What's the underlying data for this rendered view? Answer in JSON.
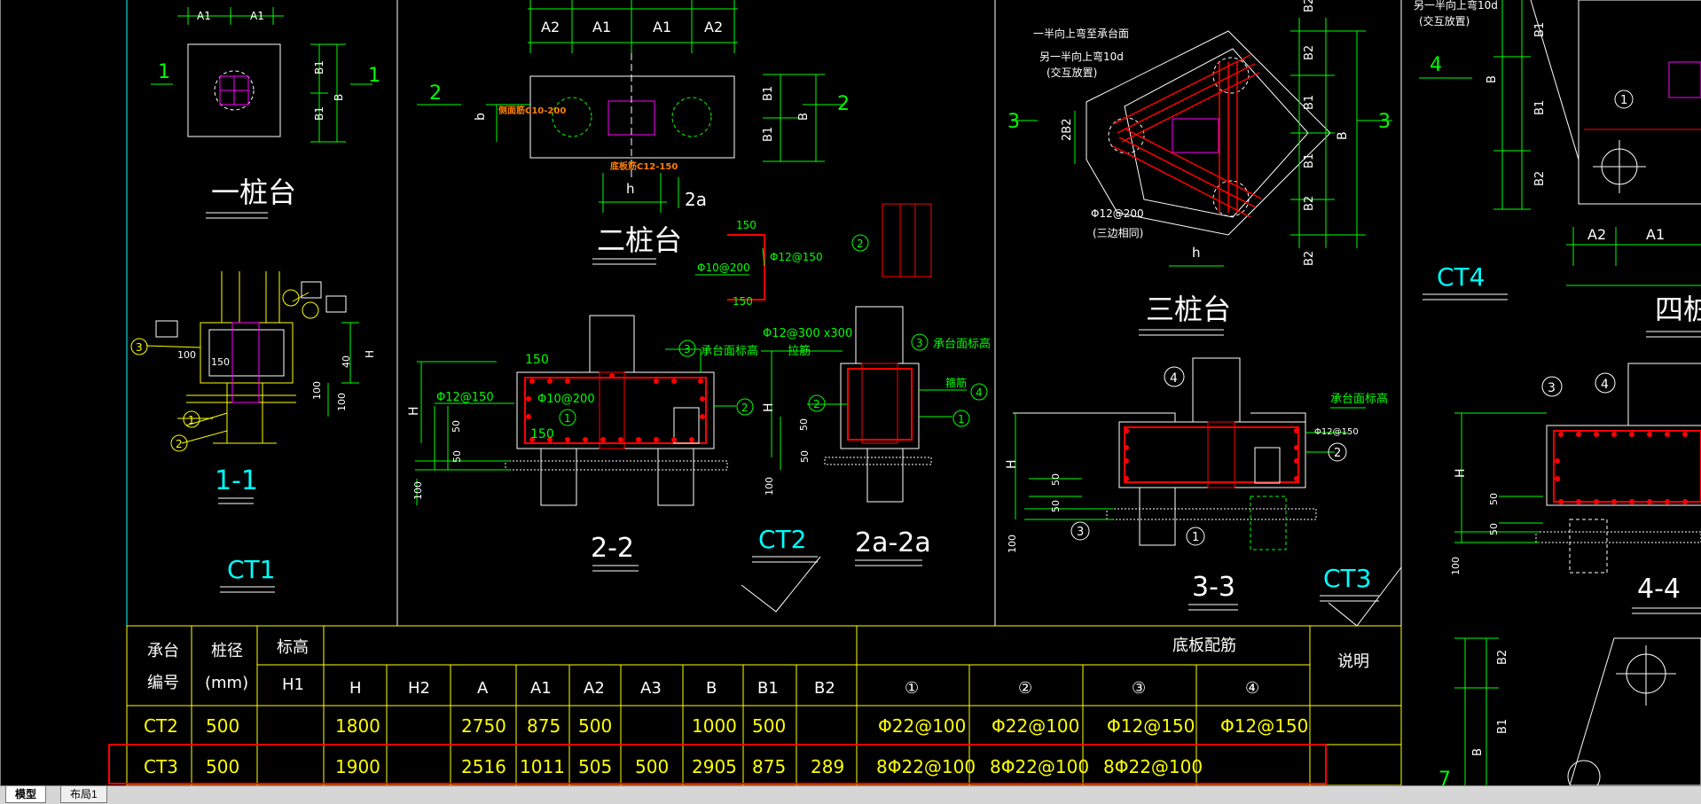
{
  "app": {
    "layout_tabs": [
      "模型",
      "布局1"
    ]
  },
  "drawing": {
    "colors": {
      "background": "#000000",
      "lines": "#ffffff",
      "dimensions": "#00ff00",
      "rebar": "#ff0000",
      "labels": "#00ffff",
      "leaders": "#ffff00",
      "highlight": "#ff0000",
      "magenta": "#ff00ff"
    },
    "ct1": {
      "dim_a1_left": "A1",
      "dim_a1_right": "A1",
      "section_mark_left": "1",
      "section_mark_right": "1",
      "dim_b1_top": "B1",
      "dim_b1_bottom": "B1",
      "dim_b": "B",
      "title": "一桩台",
      "section_title": "1-1",
      "code": "CT1",
      "dim_100": "100",
      "dim_150": "150",
      "dim_40": "40",
      "dim_h": "H",
      "dim_100b": "100",
      "dim_100c": "100",
      "callout_1": "1",
      "callout_2": "2",
      "callout_3": "3"
    },
    "ct2": {
      "dim_a2_left": "A2",
      "dim_a1_left": "A1",
      "dim_a1_right": "A1",
      "dim_a2_right": "A2",
      "section_mark_left": "2",
      "section_mark_right": "2",
      "dim_b_small": "b",
      "dim_b1_top": "B1",
      "dim_b1_bottom": "B1",
      "dim_b": "B",
      "stirrup_note": "侧面筋C10-200",
      "stirrup_note_2": "底板筋C12-150",
      "dim_h": "h",
      "section_mark_2a": "2a",
      "title": "二桩台",
      "detail_150_top": "150",
      "detail_150_bottom": "150",
      "detail_rebar_1": "Φ12@150",
      "detail_rebar_2": "Φ10@200",
      "callout_2": "2",
      "sec22_150": "150",
      "sec22_150b": "150",
      "sec22_rebar_1": "Φ12@150",
      "sec22_rebar_2": "Φ10@200",
      "sec22_label_3": "3",
      "sec22_label_cap": "承台面标高",
      "sec22_callout_2": "2",
      "sec22_callout_1": "1",
      "sec22_h": "H",
      "sec22_50": "50",
      "sec22_50b": "50",
      "sec22_100": "100",
      "section_title_22": "2-2",
      "code": "CT2",
      "sec2a_rebar": "Φ12@300 x300",
      "sec2a_note": "拉筋",
      "sec2a_callout_3": "3",
      "sec2a_cap": "承台面标高",
      "sec2a_gujin": "箍筋",
      "sec2a_callout_4": "4",
      "sec2a_callout_2": "2",
      "sec2a_callout_1": "1",
      "sec2a_h": "H",
      "sec2a_50": "50",
      "sec2a_50b": "50",
      "sec2a_100": "100",
      "section_title_2a": "2a-2a"
    },
    "ct3": {
      "note_1": "一半向上弯至承台面",
      "note_2": "另一半向上弯10d",
      "note_3": "(交互放置)",
      "section_mark_left": "3",
      "section_mark_right": "3",
      "dim_2b2": "2B2",
      "rebar_note": "Φ12@200",
      "rebar_note_2": "(三边相同)",
      "dim_h": "h",
      "dim_b2_1": "B2",
      "dim_b2_2": "B2",
      "dim_b1_1": "B1",
      "dim_b1_2": "B1",
      "dim_b2_3": "B2",
      "dim_b2_4": "B2",
      "dim_b": "B",
      "title": "三桩台",
      "callout_4": "4",
      "cap_label": "承台面标高",
      "rebar_label": "Φ12@150",
      "callout_2": "2",
      "callout_3": "3",
      "callout_1": "1",
      "dim_h_sec": "H",
      "dim_50": "50",
      "dim_50b": "50",
      "dim_100": "100",
      "section_title": "3-3",
      "code": "CT3"
    },
    "ct4": {
      "note_1": "另一半向上弯10d",
      "note_2": "(交互放置)",
      "section_mark": "4",
      "dim_b": "B",
      "dim_b1": "B1",
      "dim_b1b": "B1",
      "dim_b2": "B2",
      "callout_1": "1",
      "dim_a2": "A2",
      "dim_a1": "A1",
      "code": "CT4",
      "title": "四桩台",
      "callout_3": "3",
      "callout_4": "4",
      "dim_h": "H",
      "dim_50": "50",
      "dim_50b": "50",
      "dim_100": "100",
      "section_title": "4-4",
      "dim_b2_low": "B2",
      "dim_b1_low": "B1",
      "dim_b_low": "B",
      "mark_7": "7"
    }
  },
  "schedule": {
    "headers": {
      "cap_no": [
        "承台",
        "编号"
      ],
      "pile_dia": [
        "桩径",
        "(mm)"
      ],
      "elevation": "标高",
      "h1": "H1",
      "h": "H",
      "h2": "H2",
      "a": "A",
      "a1": "A1",
      "a2": "A2",
      "a3": "A3",
      "b": "B",
      "b1": "B1",
      "b2": "B2",
      "bottom_rebar": "底板配筋",
      "r1": "①",
      "r2": "②",
      "r3": "③",
      "r4": "④",
      "remark": "说明"
    },
    "rows": [
      {
        "no": "CT2",
        "dia": "500",
        "h1": "",
        "h": "1800",
        "h2": "",
        "a": "2750",
        "a1": "875",
        "a2": "500",
        "a3": "",
        "b": "1000",
        "b1": "500",
        "b2": "",
        "r1": "Φ22@100",
        "r2": "Φ22@100",
        "r3": "Φ12@150",
        "r4": "Φ12@150",
        "remark": ""
      },
      {
        "no": "CT3",
        "dia": "500",
        "h1": "",
        "h": "1900",
        "h2": "",
        "a": "2516",
        "a1": "1011",
        "a2": "505",
        "a3": "500",
        "b": "2905",
        "b1": "875",
        "b2": "289",
        "r1": "8Φ22@100",
        "r2": "8Φ22@100",
        "r3": "8Φ22@100",
        "r4": "",
        "remark": ""
      }
    ]
  }
}
